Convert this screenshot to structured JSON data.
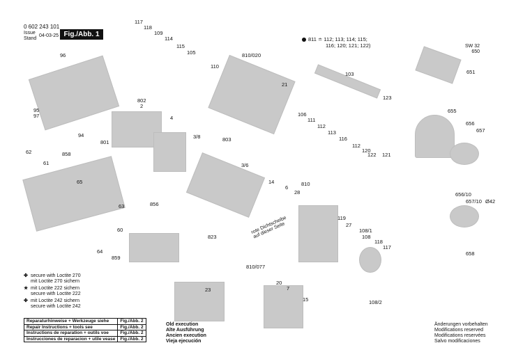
{
  "header": {
    "code": "0 602 243 101",
    "issue_label": "Issue",
    "stand_label": "Stand",
    "date": "04-03-25",
    "fig_label": "Fig./Abb. 1"
  },
  "note_811": {
    "line1": "811 ≐ 112; 113; 114; 115;",
    "line2": "116; 120; 121; 122)"
  },
  "wrench": {
    "size": "SW 32",
    "part_top": "650",
    "part_bottom": "651"
  },
  "legend": [
    {
      "icon": "✤",
      "lines": [
        "secure with Loctite 270",
        "mit Loctite 270 sichern"
      ]
    },
    {
      "icon": "★",
      "lines": [
        "mit Loctite 222 sichern",
        "secure with Loctite 222"
      ]
    },
    {
      "icon": "✤",
      "lines": [
        "mit Loctite 242 sichern",
        "secure with Loctite 242"
      ]
    }
  ],
  "repair": {
    "rows": [
      {
        "text": "Reparaturhinweise + Werkzeuge siehe",
        "fig": "Fig./Abb. 2"
      },
      {
        "text": "Repair Instructions + tools see",
        "fig": "Fig./Abb. 2"
      },
      {
        "text": "Instructions de reparation + outils voe",
        "fig": "Fig./Abb. 2"
      },
      {
        "text": "Instrucciones de reparacion + utile vease",
        "fig": "Fig./Abb. 2"
      }
    ]
  },
  "old_execution": [
    "Old execution",
    "Alte Ausführung",
    "Ancien execution",
    "Vieja ejecución"
  ],
  "modifications": [
    "Änderungen vorbehalten",
    "Modifications reserved",
    "Modifications reservées",
    "Salvo modificaciones"
  ],
  "seal_note": [
    "rote Dichtscheibe",
    "auf dieser Seite"
  ],
  "callouts": [
    {
      "id": "c117a",
      "label": "117"
    },
    {
      "id": "c118a",
      "label": "118"
    },
    {
      "id": "c109",
      "label": "109"
    },
    {
      "id": "c114",
      "label": "114"
    },
    {
      "id": "c115",
      "label": "115"
    },
    {
      "id": "c105",
      "label": "105"
    },
    {
      "id": "c96",
      "label": "96"
    },
    {
      "id": "c810020",
      "label": "810/020"
    },
    {
      "id": "c110",
      "label": "110"
    },
    {
      "id": "c21",
      "label": "21"
    },
    {
      "id": "c103",
      "label": "103"
    },
    {
      "id": "c123",
      "label": "123"
    },
    {
      "id": "c655",
      "label": "655"
    },
    {
      "id": "c656",
      "label": "656"
    },
    {
      "id": "c657",
      "label": "657"
    },
    {
      "id": "c802",
      "label": "802"
    },
    {
      "id": "c2",
      "label": "2"
    },
    {
      "id": "c95",
      "label": "95"
    },
    {
      "id": "c97",
      "label": "97"
    },
    {
      "id": "c94",
      "label": "94"
    },
    {
      "id": "c801",
      "label": "801"
    },
    {
      "id": "c4",
      "label": "4"
    },
    {
      "id": "c38",
      "label": "3/8"
    },
    {
      "id": "c803",
      "label": "803"
    },
    {
      "id": "c36",
      "label": "3/6"
    },
    {
      "id": "c106",
      "label": "106"
    },
    {
      "id": "c111",
      "label": "111"
    },
    {
      "id": "c112a",
      "label": "112"
    },
    {
      "id": "c113",
      "label": "113"
    },
    {
      "id": "c116",
      "label": "116"
    },
    {
      "id": "c112b",
      "label": "112"
    },
    {
      "id": "c120",
      "label": "120"
    },
    {
      "id": "c122",
      "label": "122"
    },
    {
      "id": "c121",
      "label": "121"
    },
    {
      "id": "c62",
      "label": "62"
    },
    {
      "id": "c858",
      "label": "858"
    },
    {
      "id": "c61",
      "label": "61"
    },
    {
      "id": "c65",
      "label": "65"
    },
    {
      "id": "c63",
      "label": "63"
    },
    {
      "id": "c856",
      "label": "856"
    },
    {
      "id": "c14",
      "label": "14"
    },
    {
      "id": "c6",
      "label": "6"
    },
    {
      "id": "c28",
      "label": "28"
    },
    {
      "id": "c810",
      "label": "810"
    },
    {
      "id": "c119",
      "label": "119"
    },
    {
      "id": "c27",
      "label": "27"
    },
    {
      "id": "c65610",
      "label": "656/10"
    },
    {
      "id": "c65710",
      "label": "657/10"
    },
    {
      "id": "c42",
      "label": "Ø42"
    },
    {
      "id": "c60",
      "label": "60"
    },
    {
      "id": "c1081",
      "label": "108/1"
    },
    {
      "id": "c108",
      "label": "108"
    },
    {
      "id": "c118b",
      "label": "118"
    },
    {
      "id": "c117b",
      "label": "117"
    },
    {
      "id": "c64",
      "label": "64"
    },
    {
      "id": "c859",
      "label": "859"
    },
    {
      "id": "c823",
      "label": "823"
    },
    {
      "id": "c658",
      "label": "658"
    },
    {
      "id": "c810077",
      "label": "810/077"
    },
    {
      "id": "c23",
      "label": "23"
    },
    {
      "id": "c20",
      "label": "20"
    },
    {
      "id": "c7",
      "label": "7"
    },
    {
      "id": "c15",
      "label": "15"
    },
    {
      "id": "c1082",
      "label": "108/2"
    }
  ]
}
